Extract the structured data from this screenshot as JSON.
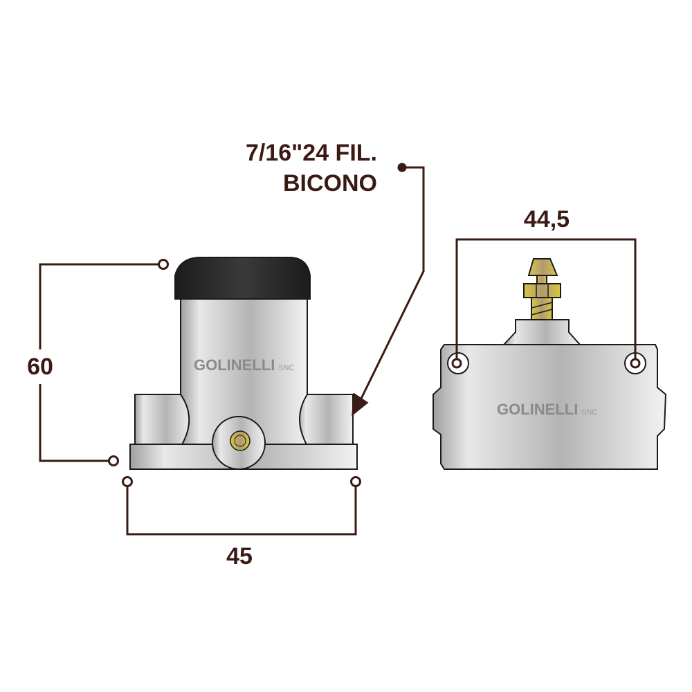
{
  "labels": {
    "thread_line1": "7/16\"24 FIL.",
    "thread_line2": "BICONO",
    "height_dim": "60",
    "width_dim": "45",
    "hole_spacing_dim": "44,5"
  },
  "brand": {
    "name": "GOLINELLI",
    "suffix": "SNC"
  },
  "colors": {
    "dimension": "#3a1a14",
    "body": "#c8c8c8",
    "cap": "#2a2a2a",
    "brass": "#d4c23a"
  }
}
